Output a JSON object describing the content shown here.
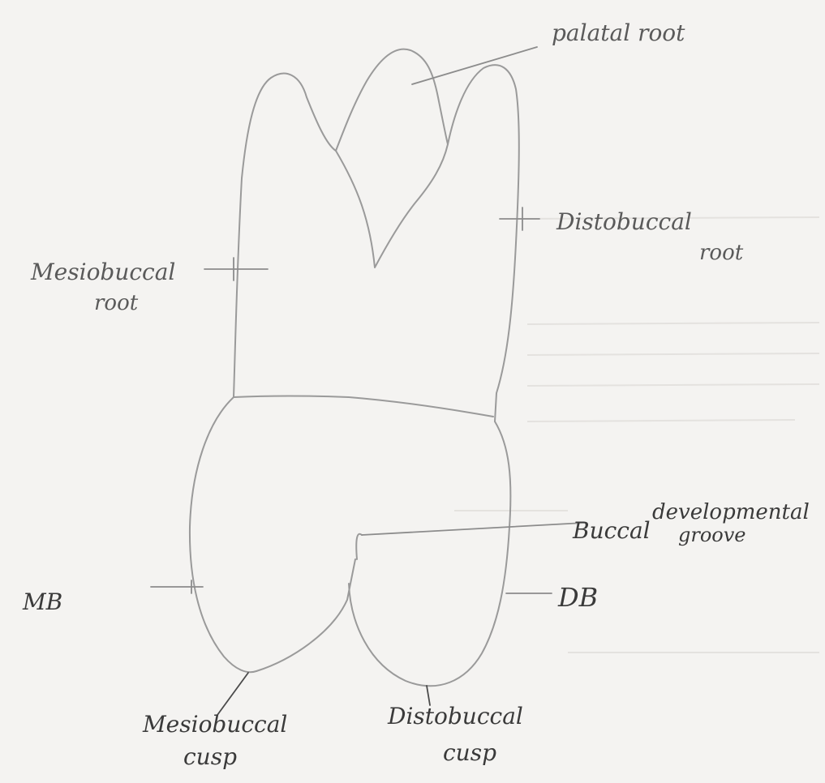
{
  "labels": {
    "palatal_root": "palatal root",
    "distobuccal_root_1": "Distobuccal",
    "distobuccal_root_2": "root",
    "mesiobuccal_root_1": "Mesiobuccal",
    "mesiobuccal_root_2": "root",
    "buccal_groove_1": "Buccal",
    "buccal_groove_2": "developmental",
    "buccal_groove_3": "groove",
    "mb": "MB",
    "db": "DB",
    "mesiobuccal_cusp_1": "Mesiobuccal",
    "mesiobuccal_cusp_2": "cusp",
    "distobuccal_cusp_1": "Distobuccal",
    "distobuccal_cusp_2": "cusp"
  },
  "colors": {
    "paper": "#f4f3f1",
    "outline": "#9a9a9a",
    "ink": "#5a5a5a"
  }
}
